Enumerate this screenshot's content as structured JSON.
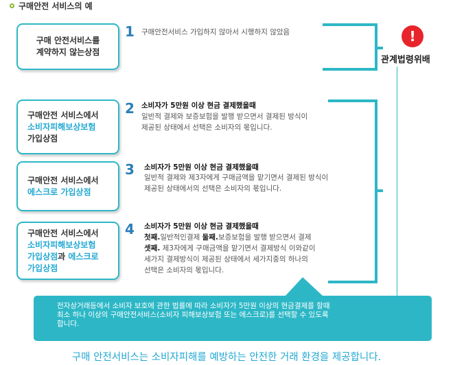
{
  "header": {
    "title": "구매안전 서비스의 예"
  },
  "cases": [
    {
      "number": "1",
      "box_lines": [
        "구매 안전서비스를",
        "계약하지 않는상점"
      ],
      "title": "구매안전서비스 가입하지 않아서 시행하지 않았음",
      "desc_lines": []
    },
    {
      "number": "2",
      "box_line1": "구매안전 서비스에서",
      "box_line2": "소비자피해보상보험",
      "box_line3": "가입상점",
      "title": "소비자가 5만원 이상 현금 결제했을때",
      "desc_lines": [
        "일반적 결제와 보증보험을 발행 받으면서 결제된 방식이",
        "제공된 상태에서  선택은 소비자의 몫입니다."
      ]
    },
    {
      "number": "3",
      "box_line1": "구매안전 서비스에서",
      "box_line2": "에스크로 가입상점",
      "title": "소비자가 5만원 이상 현금 결제했을때",
      "desc_lines": [
        "일반적 결제와 제3자에게 구매금액을 맡기면서 결제된 방식이",
        "제공된 상태에서의 선택은 소비자의 몫입니다."
      ]
    },
    {
      "number": "4",
      "box_line1": "구매안전 서비스에서",
      "box_line2": "소비자피해보상보험",
      "box_line3a": "가입상점",
      "box_line3b": "과 ",
      "box_line3c": "에스크로",
      "box_line4": "가입상점",
      "title": "소비자가 5만원 이상 현금 결제했을때",
      "desc": {
        "first_label": "첫째.",
        "first_text": "일반적인결제 ",
        "second_label": "둘째.",
        "second_text": "보증보험을 발행 받으면서 결제",
        "third_label": "셋째.",
        "third_text": " 제3자에게 구매금액을 맡기면서 결제방식 이와같이",
        "line4": "세가지 결제방식이 제공된 상태에서 세가지중의 하나의",
        "line5": "선택은 소비자의 몫입니다."
      }
    }
  ],
  "warning": {
    "icon": "exclamation-icon",
    "symbol": "!",
    "label": "관계법령위배"
  },
  "banner_lines": [
    "전자상거래등에서 소비자 보호에 관한 법률에 따라 소비자가 5만원 이상의 현금결제를 할때",
    "최소 하나 이상의 구매안전서비스(소비자 피해보상보험 또는 에스크로)를 선택할 수 있도록",
    "합니다."
  ],
  "footer": "구매 안전서비스는 소비자피해를 예방하는 안전한 거래 환경을 제공합니다.",
  "colors": {
    "accent": "#2db7c6",
    "number": "#2b7fb8",
    "highlight": "#22a8d3",
    "warning": "#e8242b",
    "bullet": "#8ab82b"
  }
}
